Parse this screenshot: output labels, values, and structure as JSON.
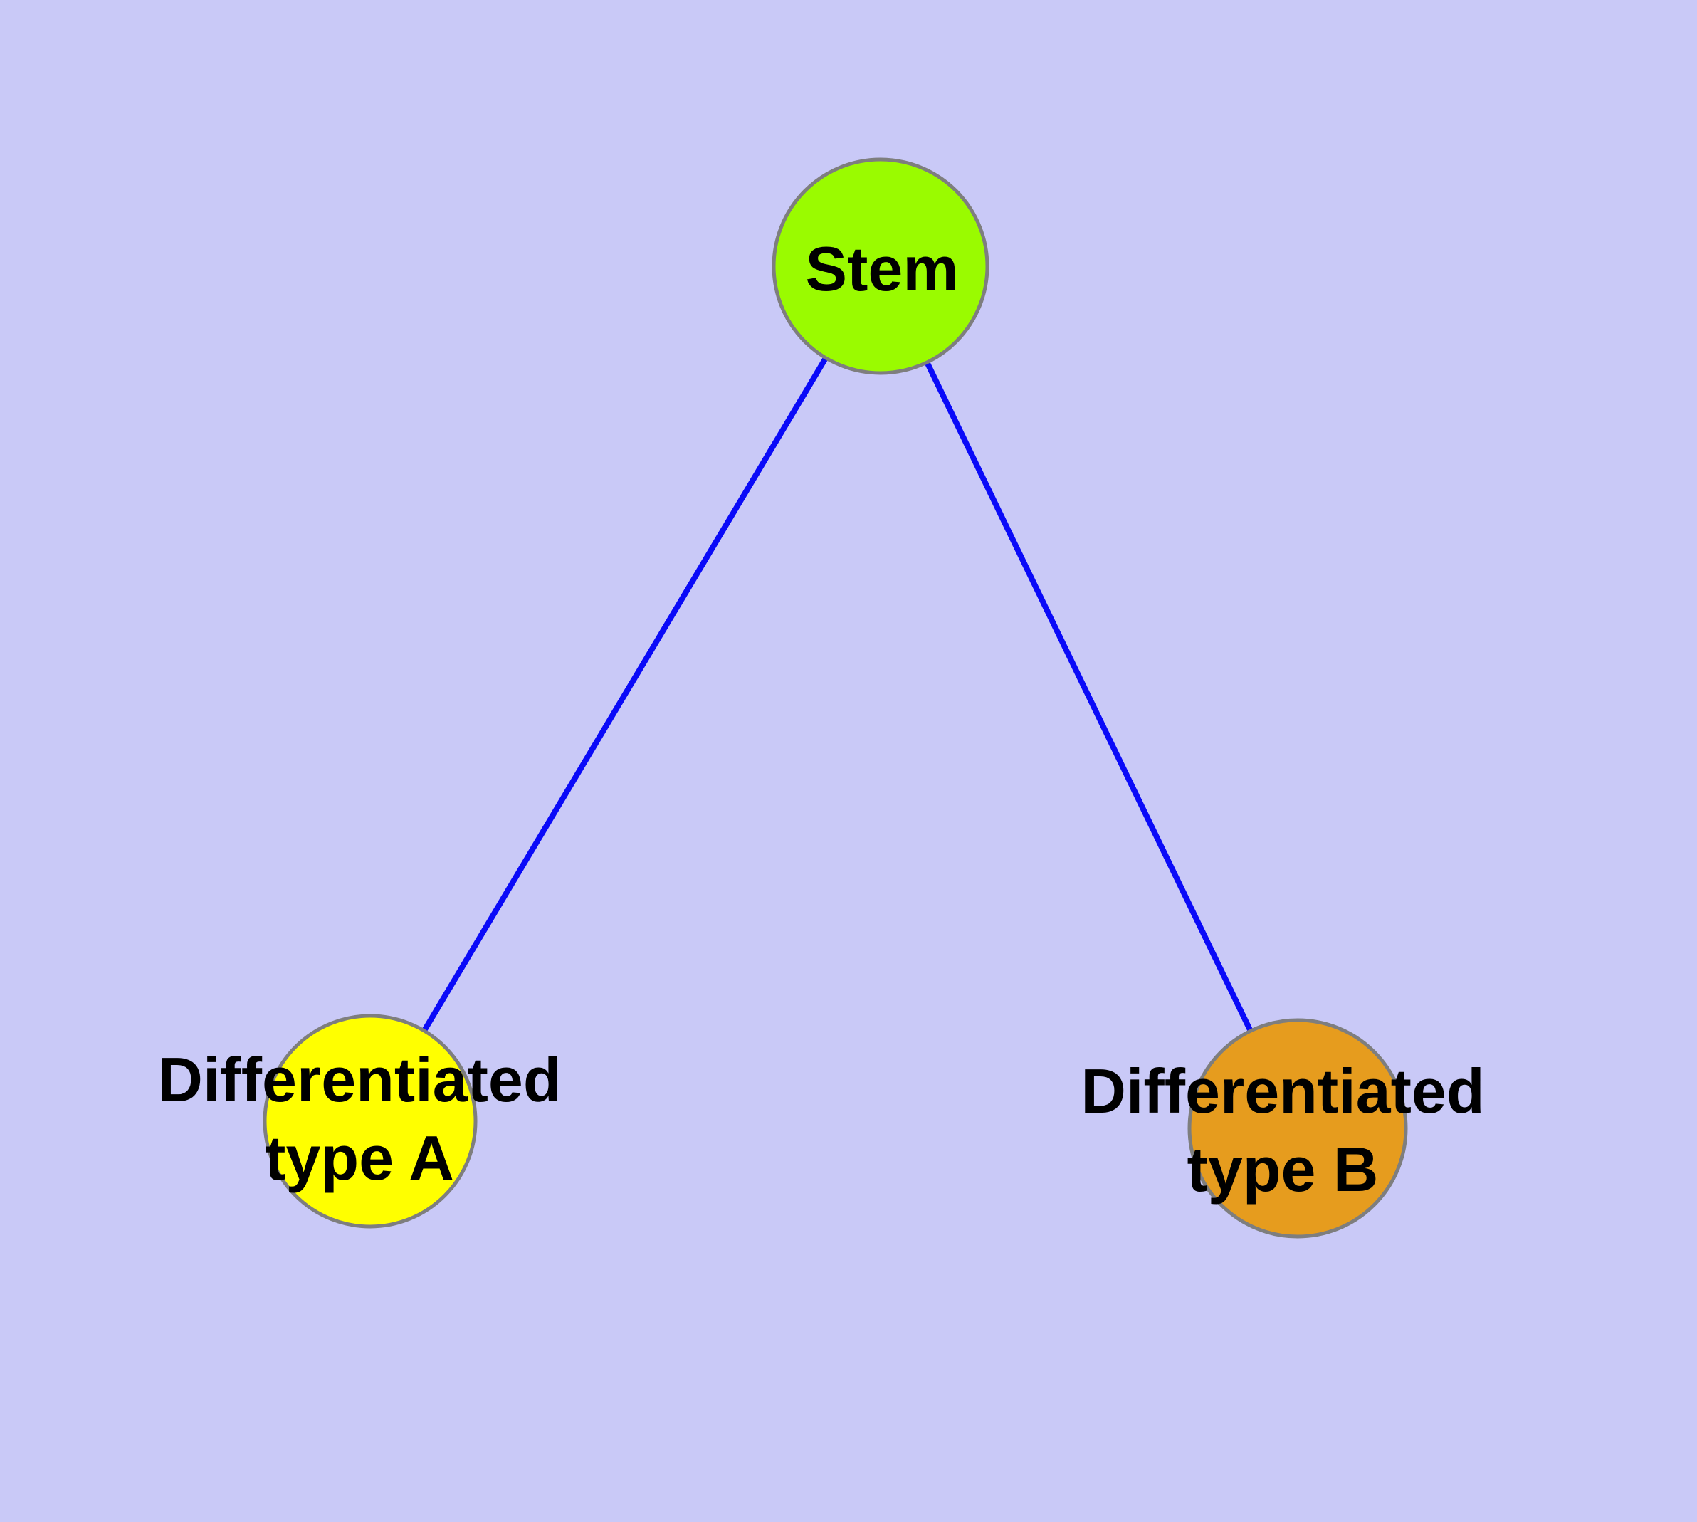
{
  "diagram": {
    "type": "node-link-graph",
    "background_color": "#c9c9f7",
    "edge_color": "#0a0af8",
    "node_border_color": "#7e7e7e",
    "label_color": "#000000",
    "nodes": [
      {
        "id": "stem",
        "label": "Stem",
        "label_line1": "Stem",
        "label_line2": "",
        "fill": "#9afb00"
      },
      {
        "id": "diff-a",
        "label": "Differentiated type A",
        "label_line1": "Differentiated",
        "label_line2": "type A",
        "fill": "#ffff00"
      },
      {
        "id": "diff-b",
        "label": "Differentiated type B",
        "label_line1": "Differentiated",
        "label_line2": "type B",
        "fill": "#e69c1e"
      }
    ],
    "edges": [
      {
        "from": "stem",
        "to": "diff-a"
      },
      {
        "from": "stem",
        "to": "diff-b"
      }
    ]
  }
}
